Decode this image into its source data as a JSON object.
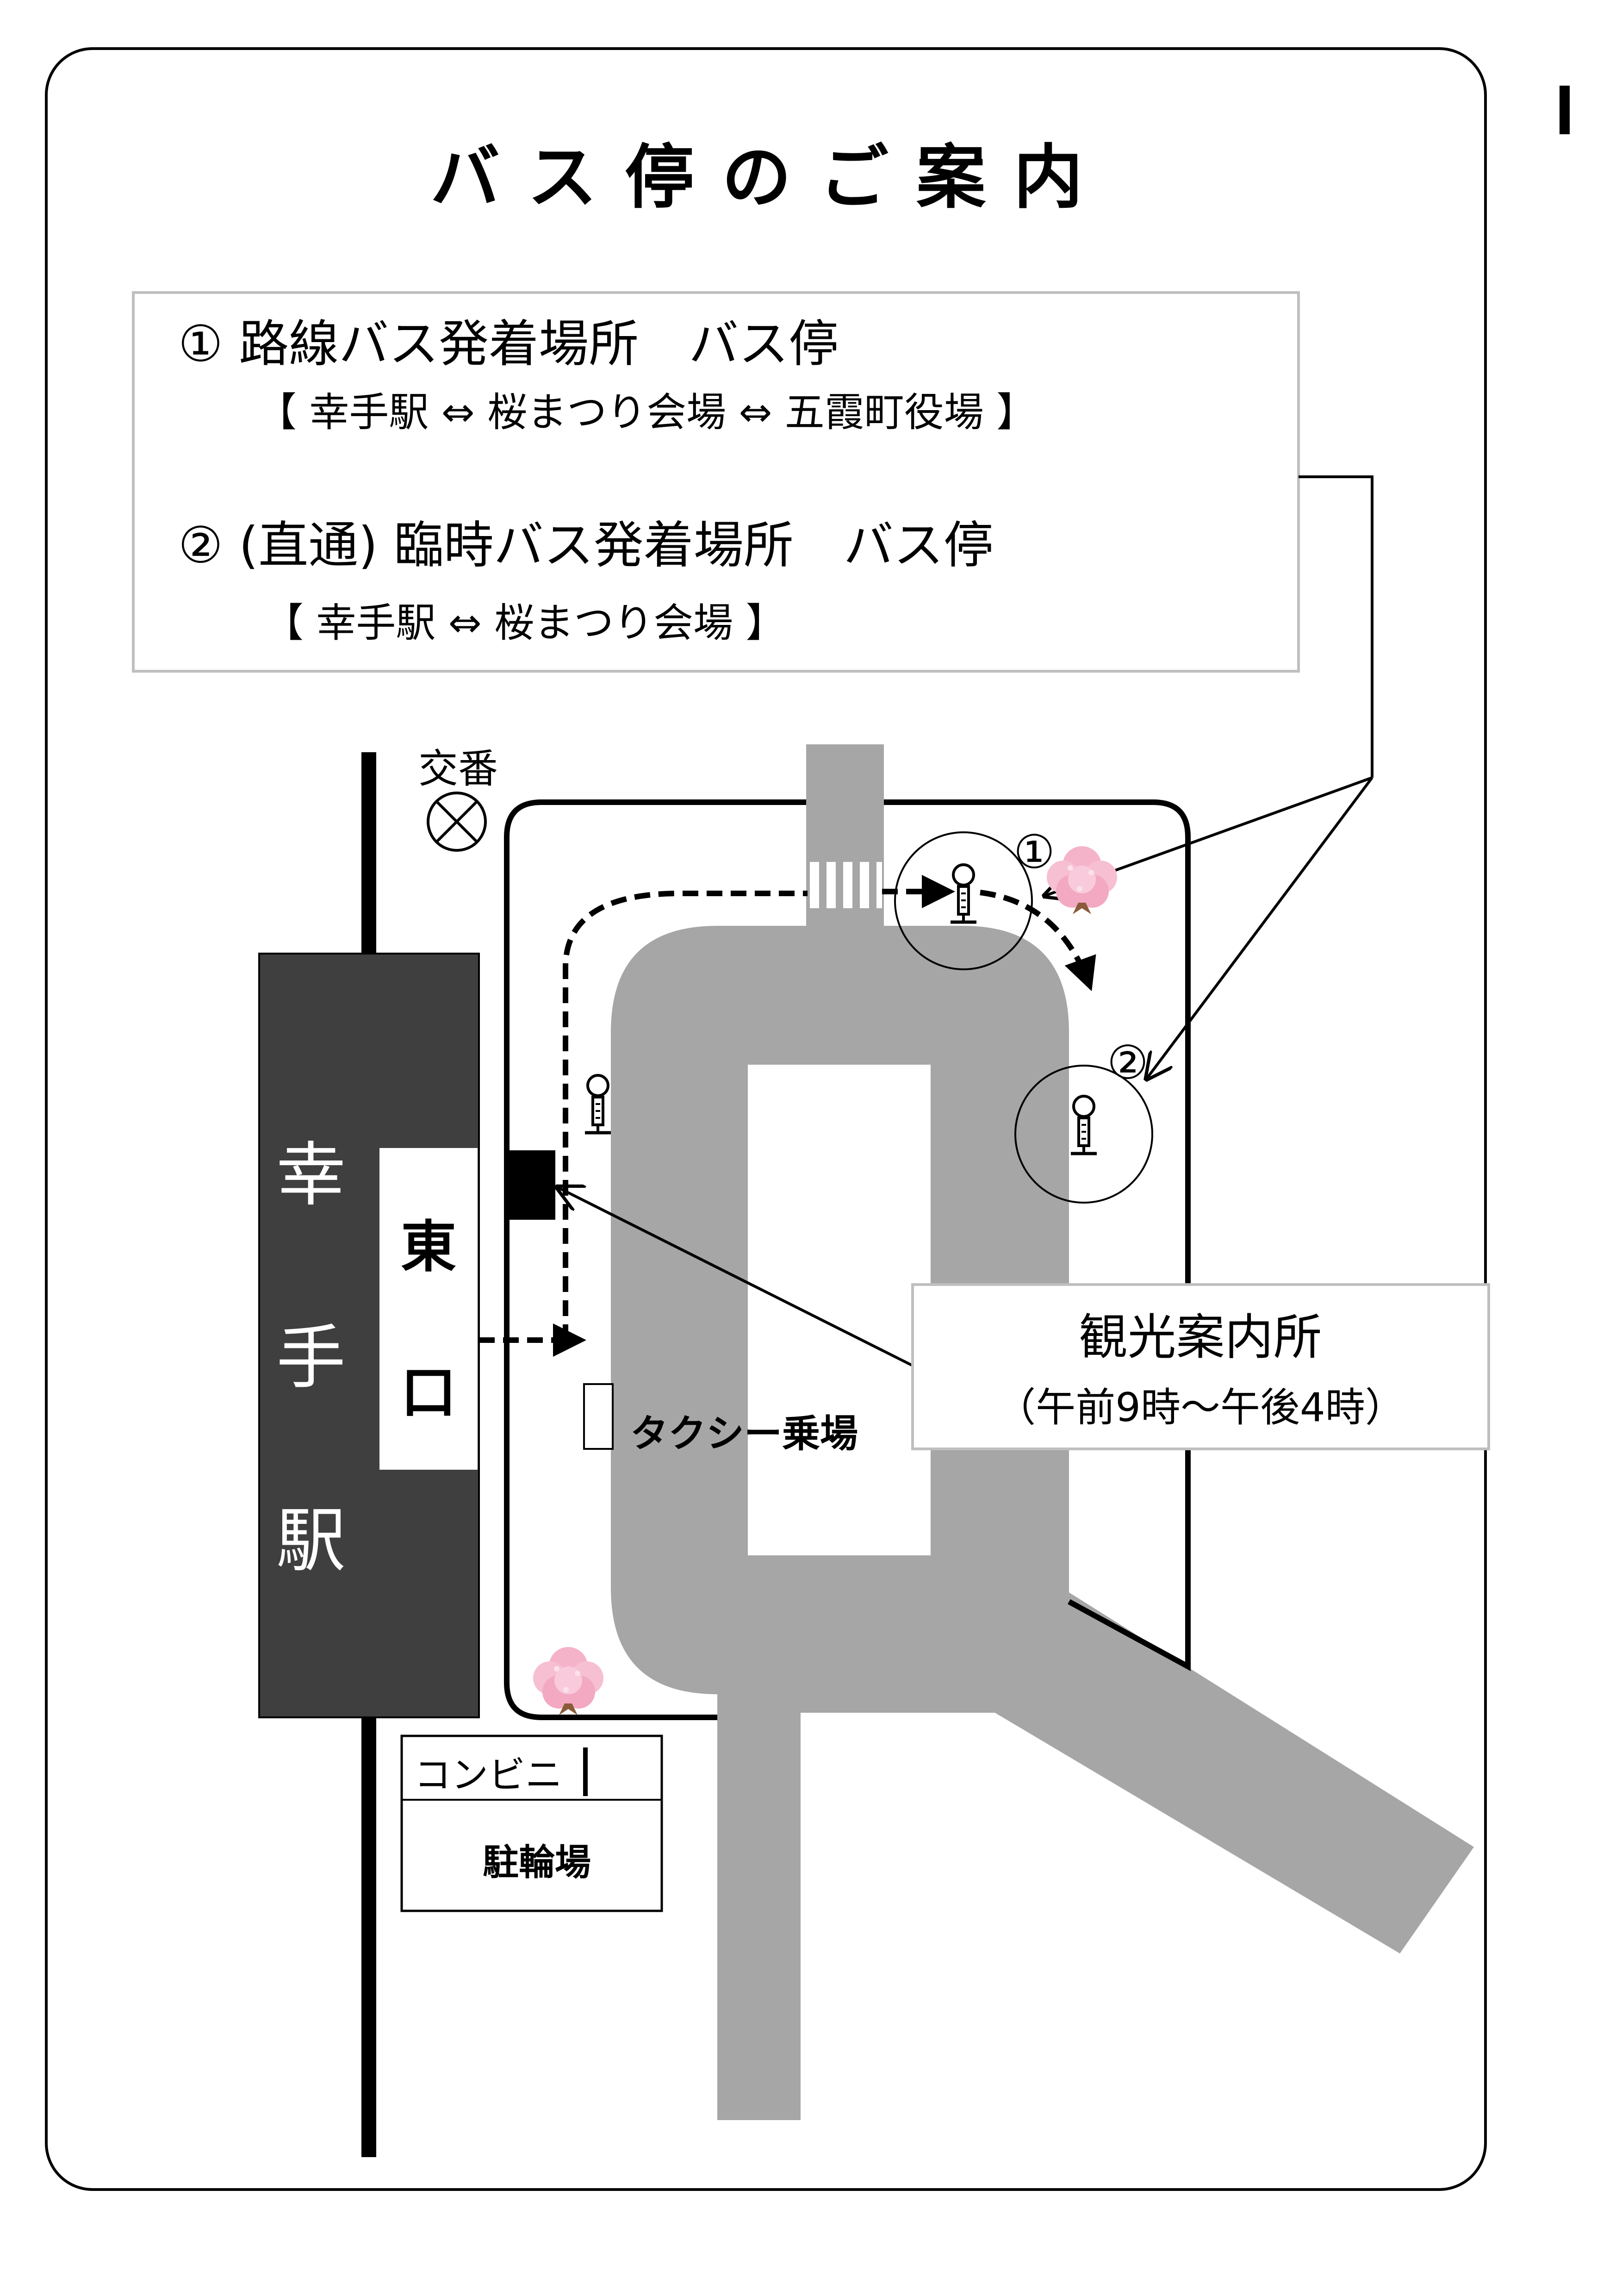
{
  "title": "バス停のご案内",
  "info": {
    "route1": {
      "heading": "① 路線バス発着場所　バス停",
      "stops": "【 幸手駅  ⇔  桜まつり会場  ⇔  五霞町役場 】"
    },
    "route2": {
      "heading": "② (直通) 臨時バス発着場所　バス停",
      "stops": "【 幸手駅  ⇔  桜まつり会場 】"
    }
  },
  "map": {
    "koban": "交番",
    "station": {
      "name": [
        "幸",
        "手",
        "駅"
      ],
      "exit": [
        "東",
        "口"
      ]
    },
    "markers": [
      "①",
      "②"
    ],
    "taxi": "タクシー乗場",
    "tourist_info": {
      "name": "観光案内所",
      "hours": "（午前9時～午後4時）"
    },
    "convenience_store": "コンビニ",
    "bicycle_parking": "駐輪場"
  },
  "colors": {
    "road": "#a6a6a6",
    "station": "#3f3f3f",
    "line": "#000000",
    "box_border": "#bfbfbf",
    "blossom": "#f4b3c9"
  },
  "icons": [
    "bus-stop-icon",
    "police-box-icon",
    "cherry-blossom-icon",
    "crosswalk-icon"
  ]
}
